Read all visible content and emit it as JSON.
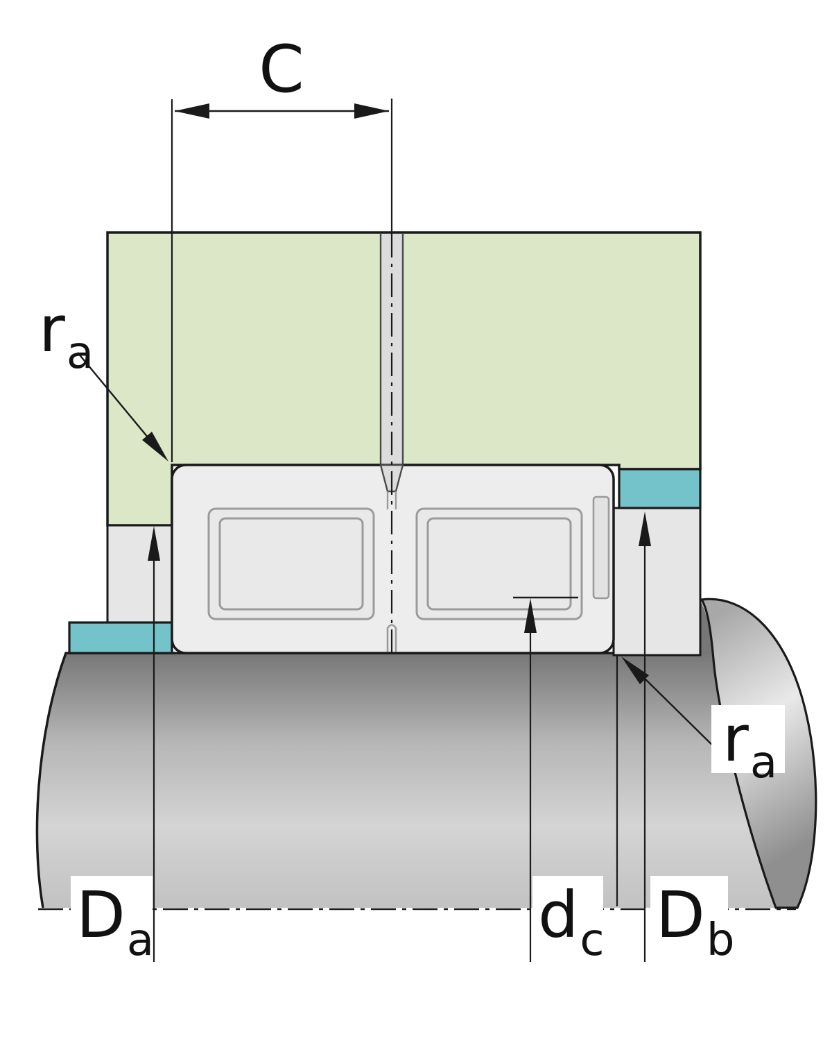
{
  "diagram": {
    "labels": {
      "width": "C",
      "fillet": "r",
      "fillet_sub": "a",
      "housing_dia": "D",
      "housing_dia_sub": "a",
      "shaft_dia": "d",
      "shaft_dia_sub": "c",
      "recess_dia": "D",
      "recess_dia_sub": "b"
    },
    "colors": {
      "housing_green": "#dbe7c7",
      "locating_ring_teal": "#74c2ca",
      "bearing_gray": "#ededed",
      "component_gray": "#e6e6e6",
      "roller_gray": "#e9e9e9",
      "bore_gray": "#dcdcdc",
      "outline": "#1a1a1a"
    }
  }
}
